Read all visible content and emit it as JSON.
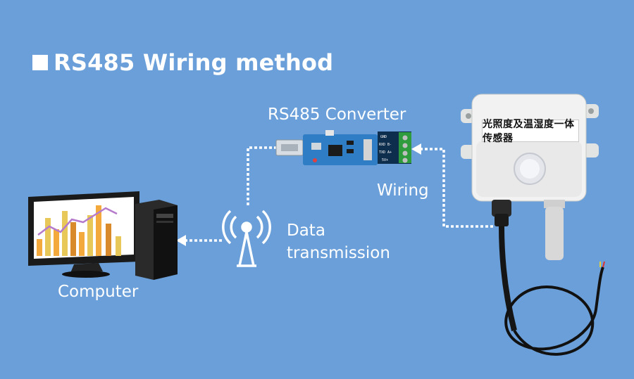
{
  "title": "RS485 Wiring method",
  "labels": {
    "converter": "RS485 Converter",
    "wiring": "Wiring",
    "data_line1": "Data",
    "data_line2": "transmission",
    "computer": "Computer"
  },
  "sensor_plate": "光照度及温湿度一体传感器",
  "converter_terminals": [
    "GND",
    "RXD B-",
    "TXD A+",
    "5V+"
  ],
  "colors": {
    "background": "#6a9fd9",
    "text": "#ffffff",
    "board": "#2f7dc4",
    "terminal": "#2e9b3c",
    "bar_orange": "#f3a93b",
    "bar_gold": "#e9c85a",
    "line_purple": "#b57acb"
  },
  "icons": [
    "computer-monitor-icon",
    "pc-tower-icon",
    "signal-tower-icon",
    "rs485-converter-icon",
    "sensor-device-icon"
  ]
}
